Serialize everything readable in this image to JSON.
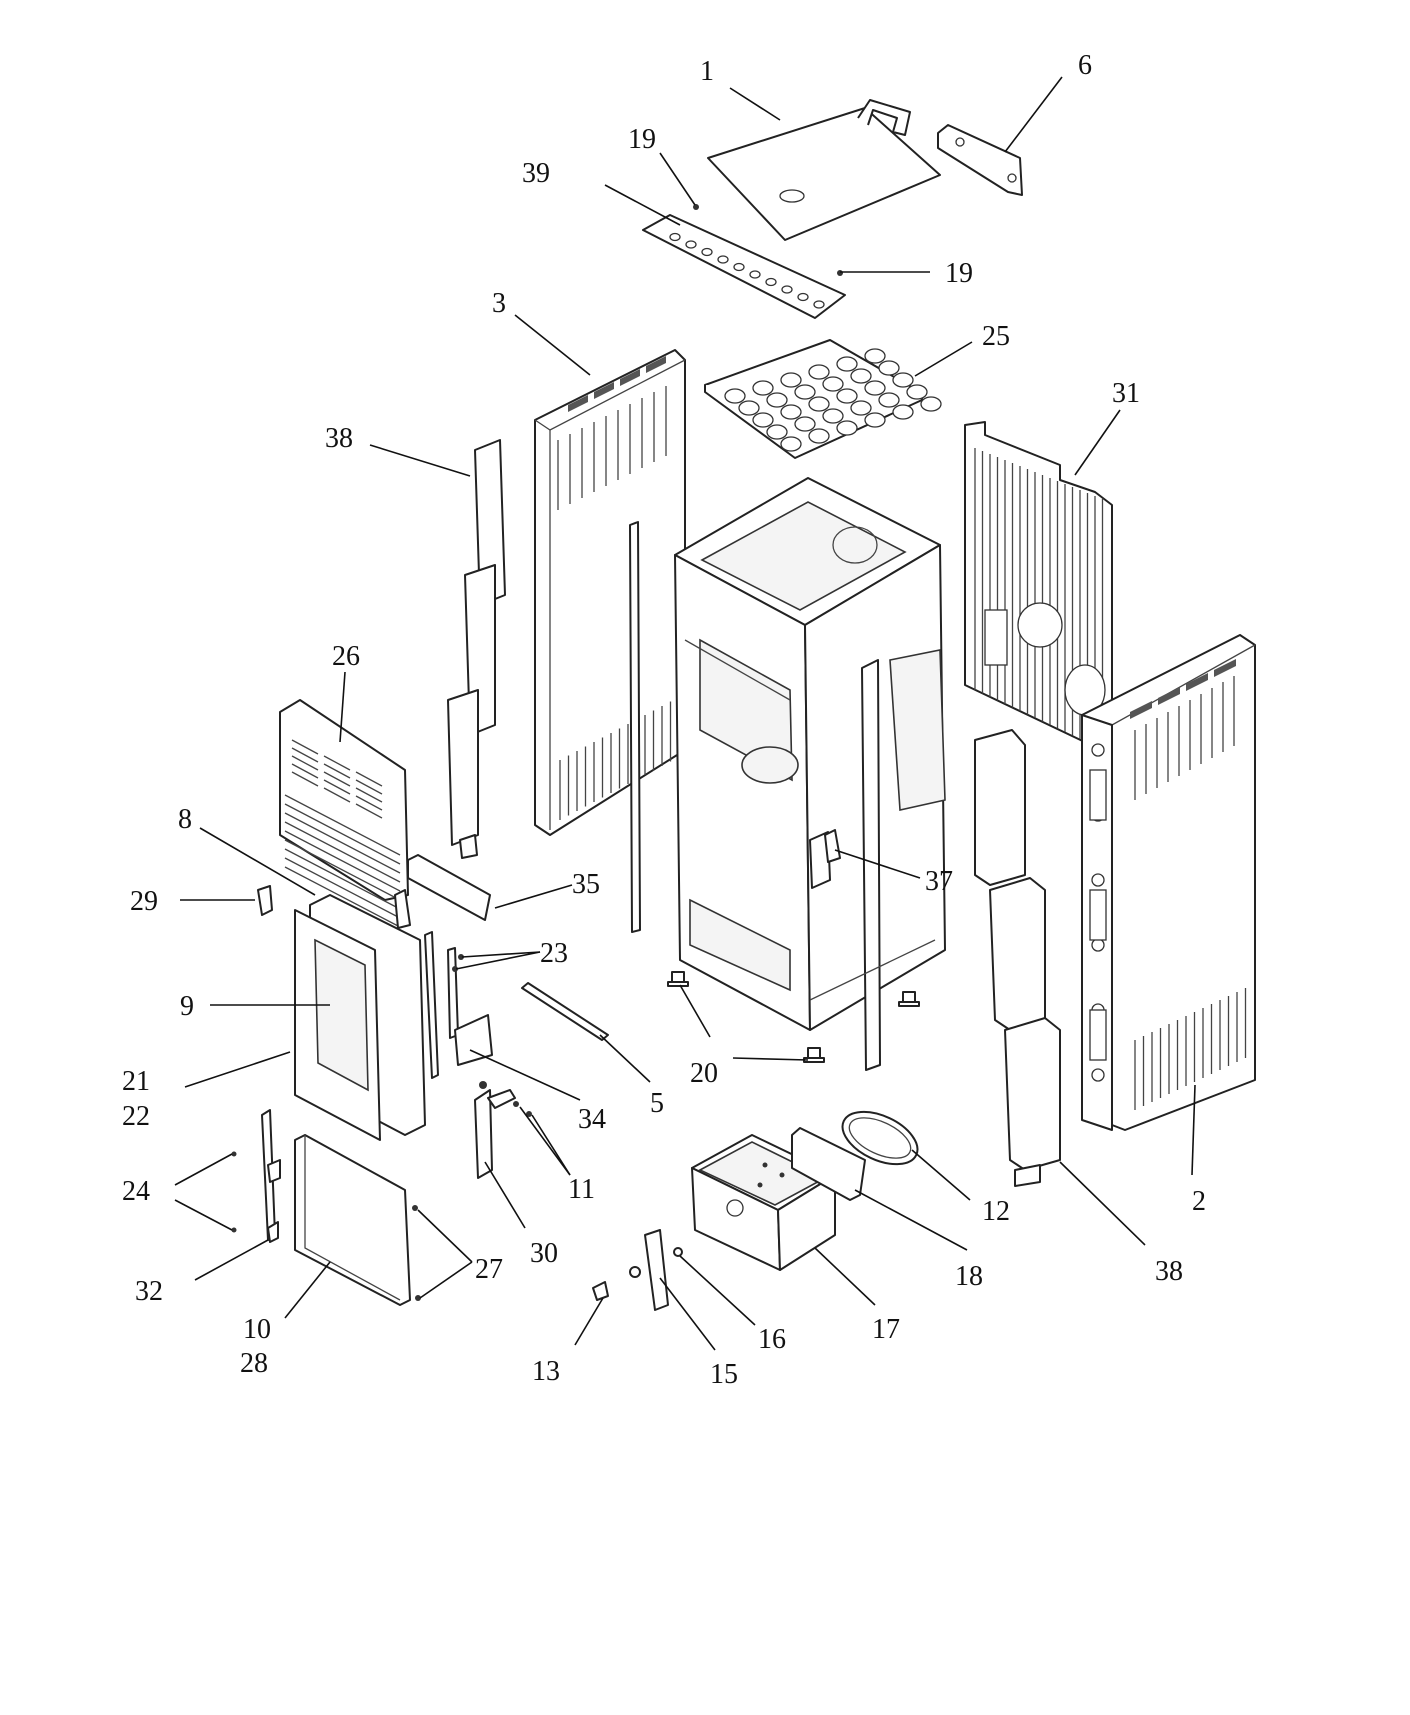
{
  "callouts": {
    "c1": "1",
    "c2": "2",
    "c3": "3",
    "c5": "5",
    "c6": "6",
    "c8": "8",
    "c9": "9",
    "c10": "10",
    "c11": "11",
    "c12": "12",
    "c13": "13",
    "c15": "15",
    "c16": "16",
    "c17": "17",
    "c18": "18",
    "c19a": "19",
    "c19b": "19",
    "c20": "20",
    "c21": "21",
    "c22": "22",
    "c23": "23",
    "c24": "24",
    "c25": "25",
    "c26": "26",
    "c27": "27",
    "c28": "28",
    "c29": "29",
    "c30": "30",
    "c31": "31",
    "c32": "32",
    "c34": "34",
    "c35": "35",
    "c37": "37",
    "c38a": "38",
    "c38b": "38",
    "c39": "39"
  }
}
